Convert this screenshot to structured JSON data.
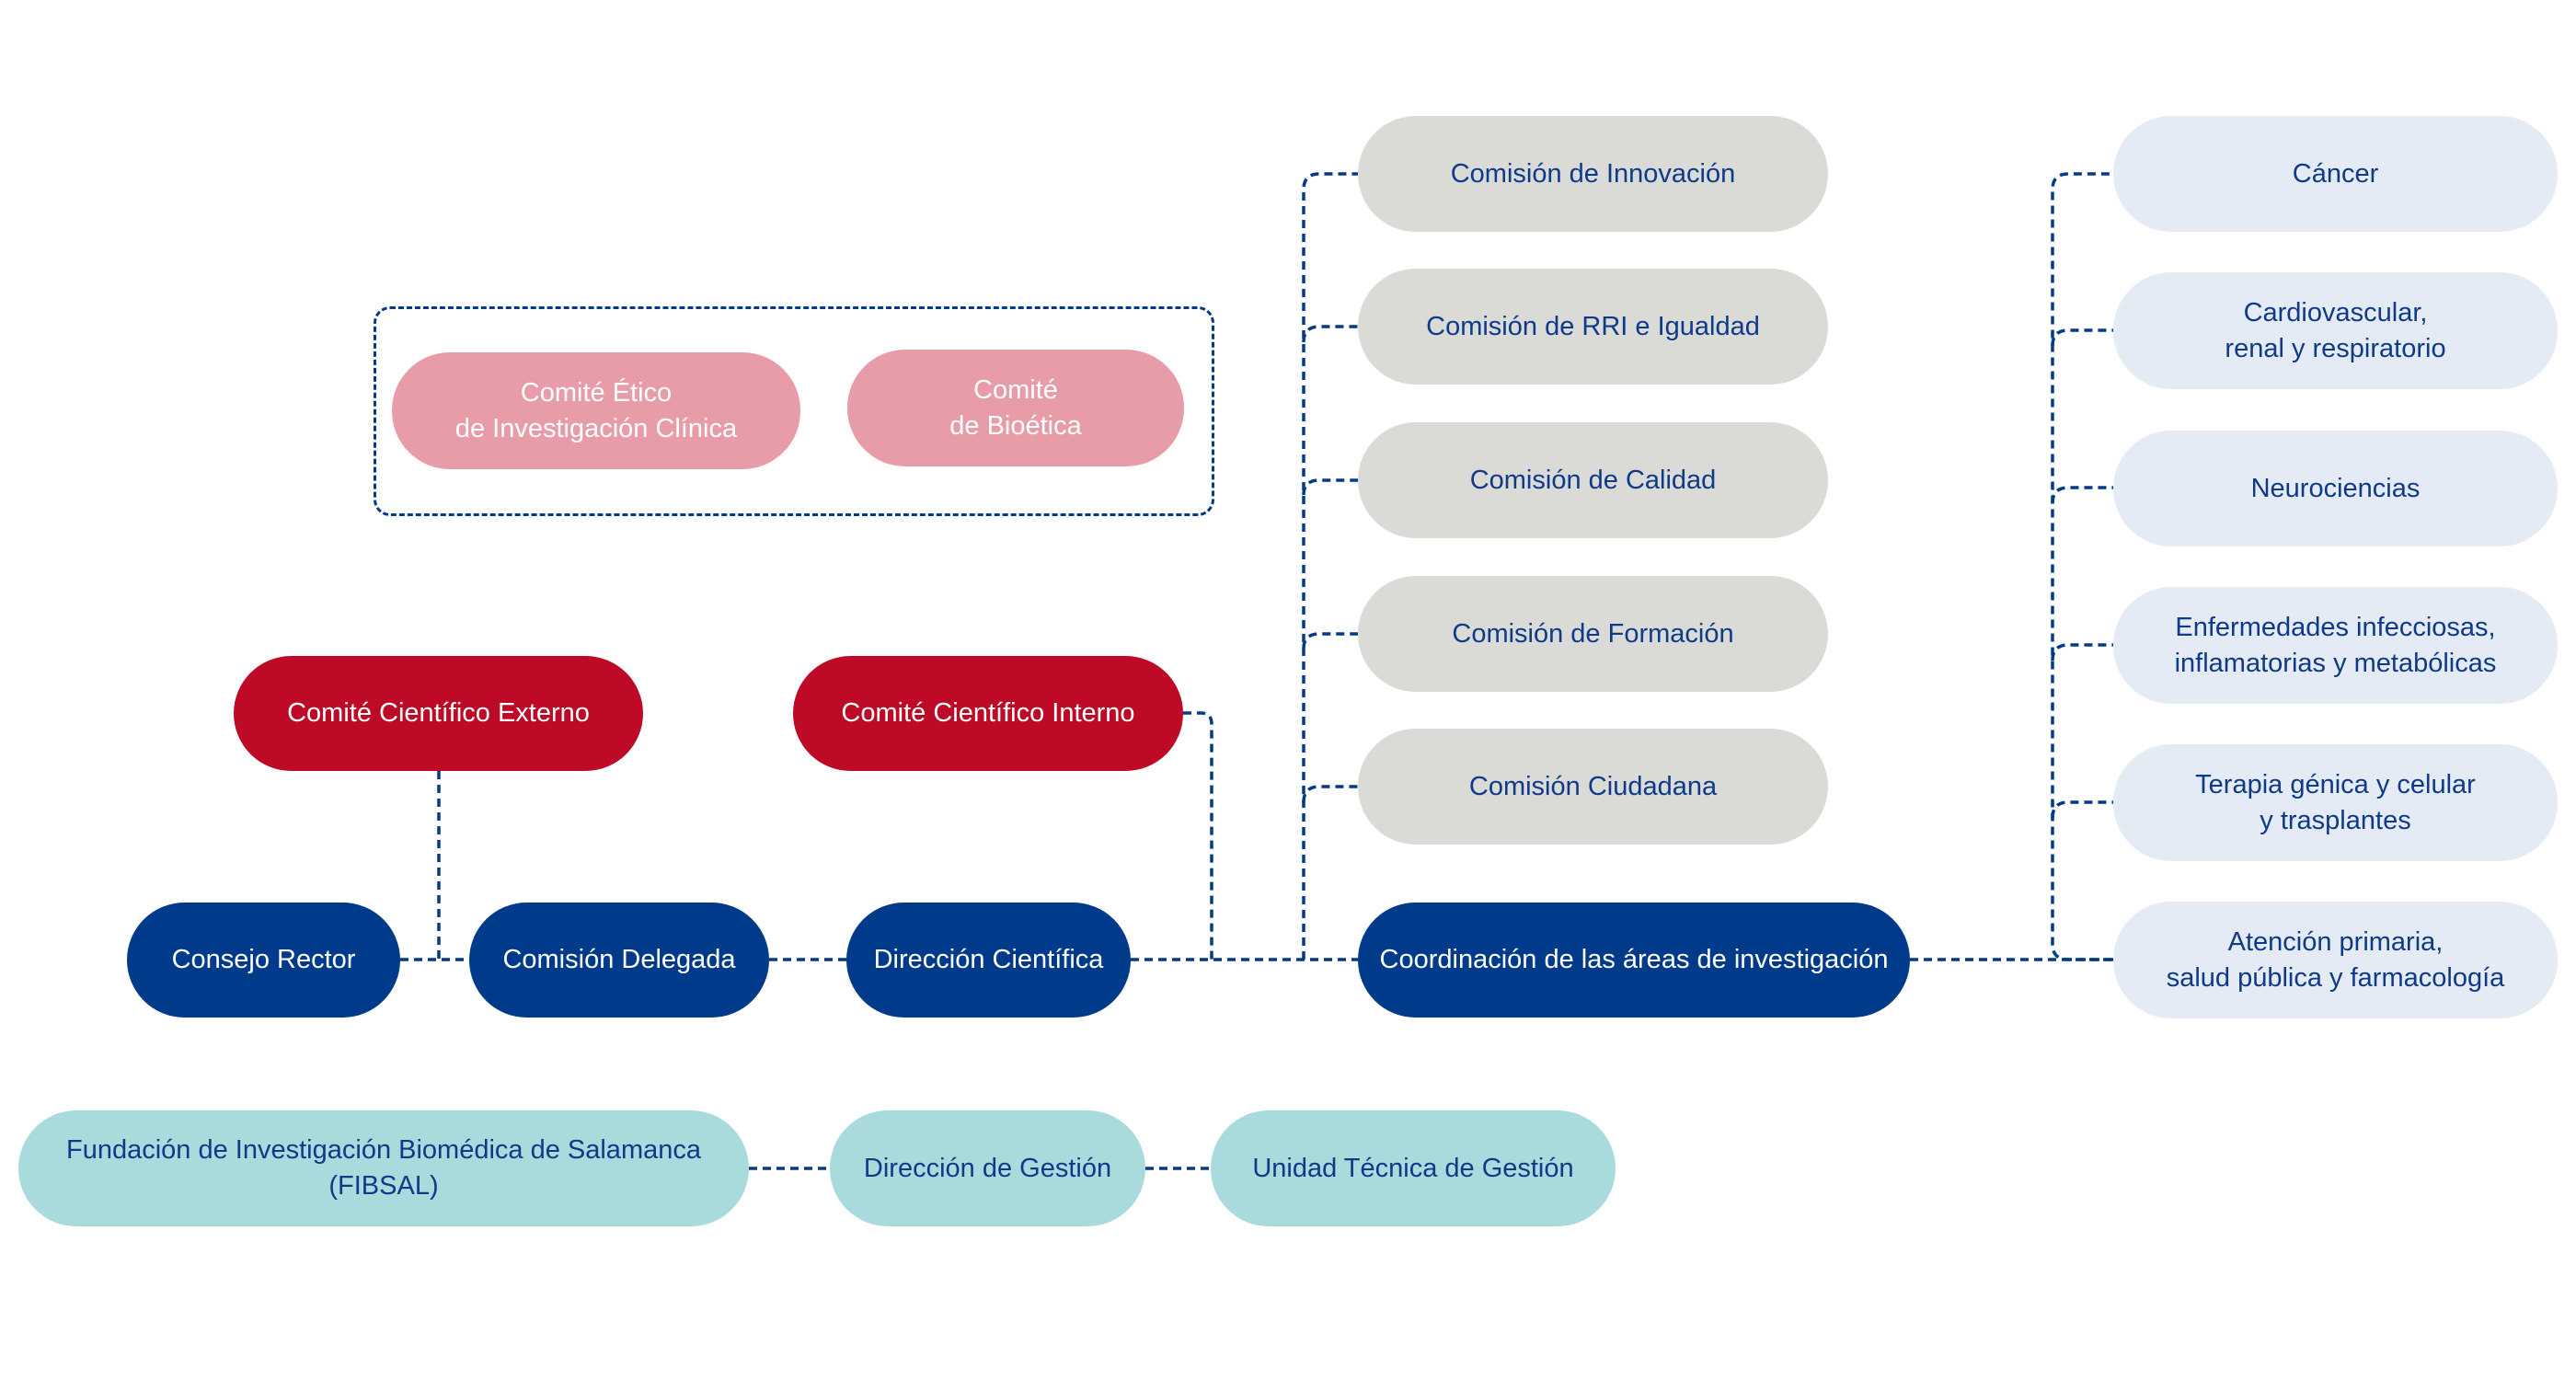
{
  "ethics_group": {
    "comite_etico": "Comité Ético\nde Investigación Clínica",
    "comite_bioetica": "Comité\nde Bioética"
  },
  "governance": {
    "comite_cientifico_externo": "Comité Científico Externo",
    "comite_cientifico_interno": "Comité Científico Interno",
    "consejo_rector": "Consejo Rector",
    "comision_delegada": "Comisión Delegada",
    "direccion_cientifica": "Dirección Científica",
    "coordinacion_areas": "Coordinación de las áreas de investigación"
  },
  "comisiones": [
    "Comisión de Innovación",
    "Comisión de RRI e Igualdad",
    "Comisión de Calidad",
    "Comisión de Formación",
    "Comisión Ciudadana"
  ],
  "areas": [
    "Cáncer",
    "Cardiovascular,\nrenal y respiratorio",
    "Neurociencias",
    "Enfermedades infecciosas,\ninflamatorias y metabólicas",
    "Terapia génica y celular\ny trasplantes",
    "Atención primaria,\nsalud pública y farmacología"
  ],
  "management": {
    "fibsal": "Fundación de Investigación Biomédica de Salamanca\n(FIBSAL)",
    "direccion_gestion": "Dirección de Gestión",
    "unidad_tecnica": "Unidad Técnica de Gestión"
  },
  "colors": {
    "navy": "#003a8a",
    "red": "#be0a26",
    "pink": "#e79ca8",
    "gray": "#dadad6",
    "light_blue": "#e4ebf4",
    "teal": "#a9dadc",
    "text_blue": "#0f3a8a"
  }
}
